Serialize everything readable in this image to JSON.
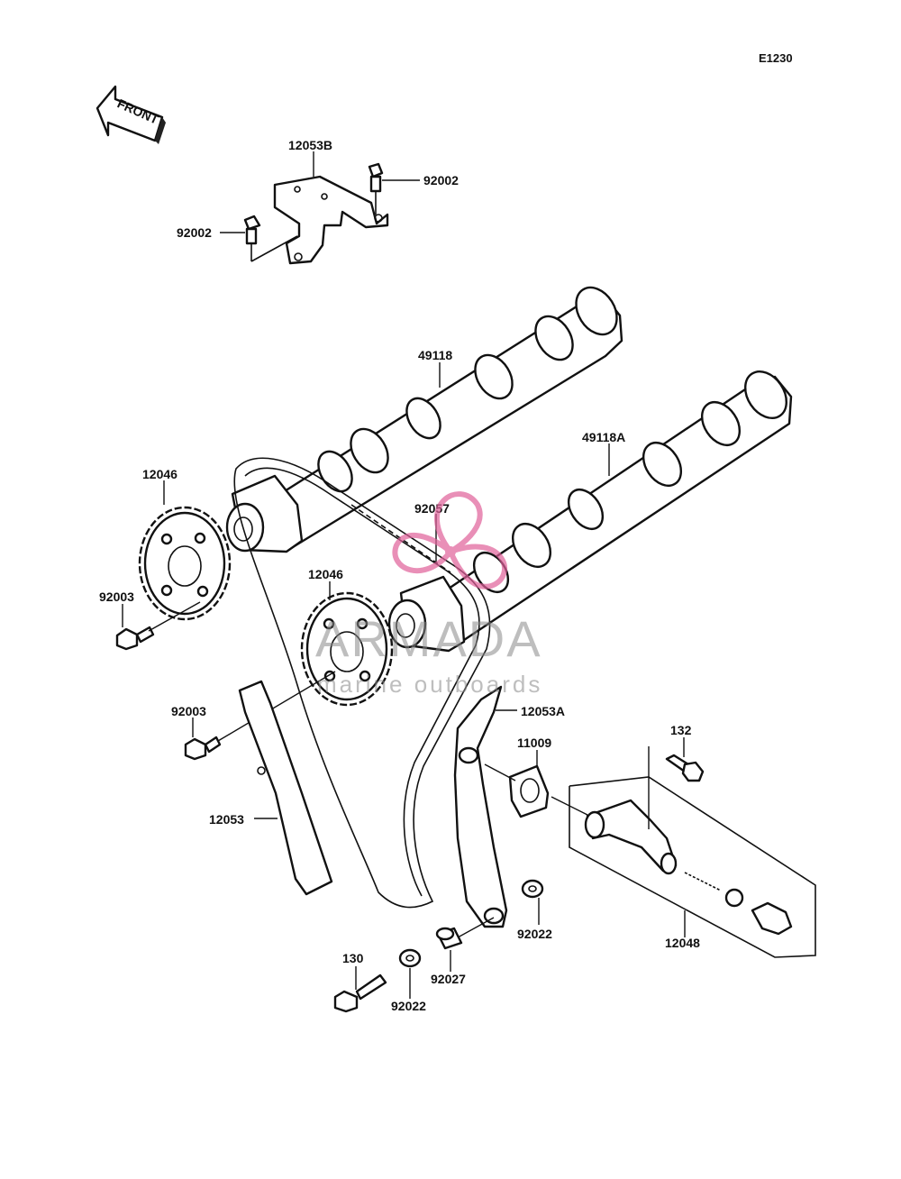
{
  "diagram": {
    "ref_code": "E1230",
    "front_marker": "FRONT",
    "colors": {
      "line": "#111111",
      "background": "#ffffff",
      "watermark_logo": "#e0609a",
      "watermark_text": "#8a8a8a"
    }
  },
  "parts": {
    "p12053B": "12053B",
    "p92002a": "92002",
    "p92002b": "92002",
    "p49118": "49118",
    "p49118A": "49118A",
    "p12046a": "12046",
    "p12046b": "12046",
    "p92057": "92057",
    "p92003a": "92003",
    "p92003b": "92003",
    "p12053A": "12053A",
    "p11009": "11009",
    "p132": "132",
    "p12053": "12053",
    "p12048": "12048",
    "p92022a": "92022",
    "p92022b": "92022",
    "p92027": "92027",
    "p130": "130"
  },
  "watermark": {
    "brand": "ARMADA",
    "tagline": "marine outboards"
  }
}
